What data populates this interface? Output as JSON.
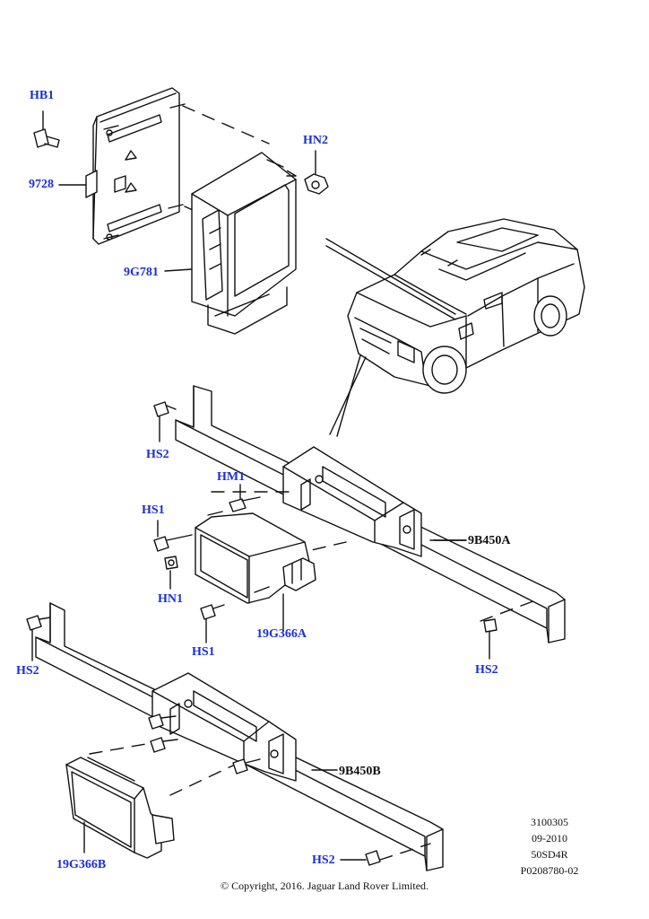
{
  "parts": {
    "hb1": "HB1",
    "p9728": "9728",
    "hn2": "HN2",
    "p9g781": "9G781",
    "hs2_top": "HS2",
    "hm1": "HM1",
    "hs1_upper": "HS1",
    "hn1": "HN1",
    "hs1_lower": "HS1",
    "p19g366a": "19G366A",
    "p9b450a": "9B450A",
    "hs2_left": "HS2",
    "hs2_right": "HS2",
    "p9b450b": "9B450B",
    "p19g366b": "19G366B",
    "hs2_bottom": "HS2"
  },
  "reference": {
    "code": "3100305",
    "date": "09-2010",
    "model": "50SD4R",
    "drawing": "P0208780-02"
  },
  "copyright": "© Copyright, 2016. Jaguar Land Rover Limited.",
  "colors": {
    "callout_blue": "#1a2fd6",
    "line": "#111111"
  }
}
